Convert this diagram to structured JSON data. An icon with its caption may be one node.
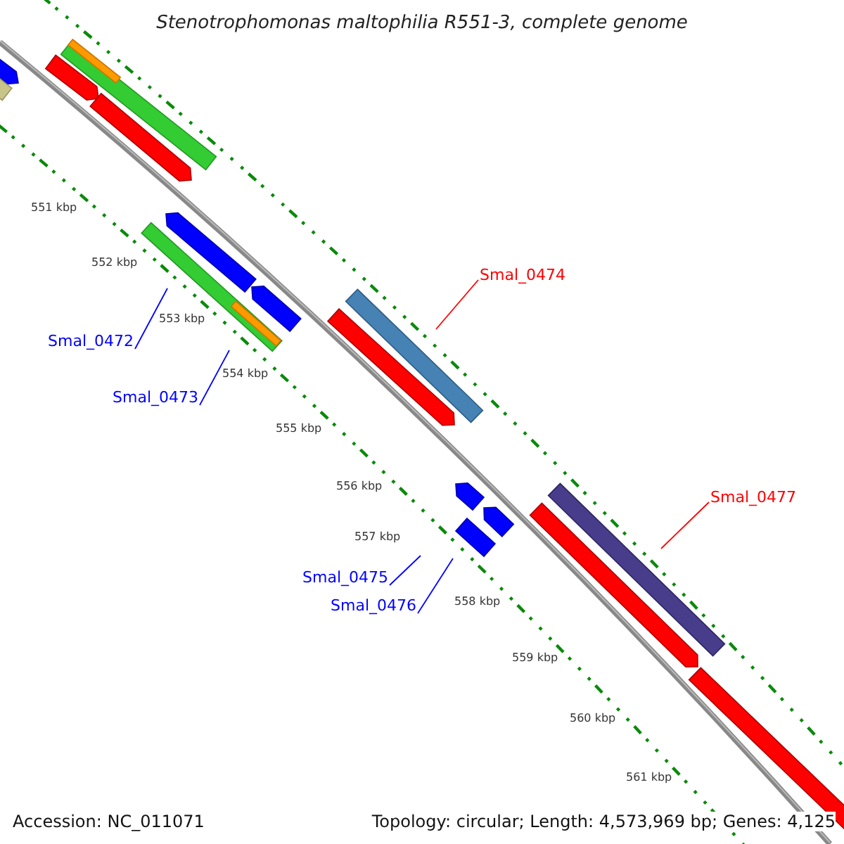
{
  "diagram": {
    "title": "Stenotrophomonas maltophilia R551-3, complete genome",
    "nodes": [
      {
        "text": [
          "Smal_0472"
        ]
      },
      {
        "text": [
          "Smal_0473"
        ]
      },
      {
        "text": [
          "Smal_0474"
        ]
      },
      {
        "text": [
          "Smal_0475"
        ]
      },
      {
        "text": [
          "Smal_0476"
        ]
      },
      {
        "text": [
          "Smal_0477"
        ]
      }
    ],
    "edges": [
      {
        "from": 0,
        "to": null,
        "arrow": "none"
      },
      {
        "from": 1,
        "to": null,
        "arrow": "none"
      },
      {
        "from": 2,
        "to": null,
        "arrow": "none",
        "color": "#ff0000"
      },
      {
        "from": 3,
        "to": null,
        "arrow": "none"
      },
      {
        "from": 4,
        "to": null,
        "arrow": "none"
      },
      {
        "from": 5,
        "to": null,
        "arrow": "none",
        "color": "#ff0000"
      }
    ],
    "labels": [
      "551 kbp",
      "552 kbp",
      "553 kbp",
      "554 kbp",
      "555 kbp",
      "556 kbp",
      "557 kbp",
      "558 kbp",
      "559 kbp",
      "560 kbp",
      "561 kbp",
      "Accession: NC_011071",
      "Topology: circular; Length: 4,573,969 bp; Genes: 4,125"
    ]
  }
}
